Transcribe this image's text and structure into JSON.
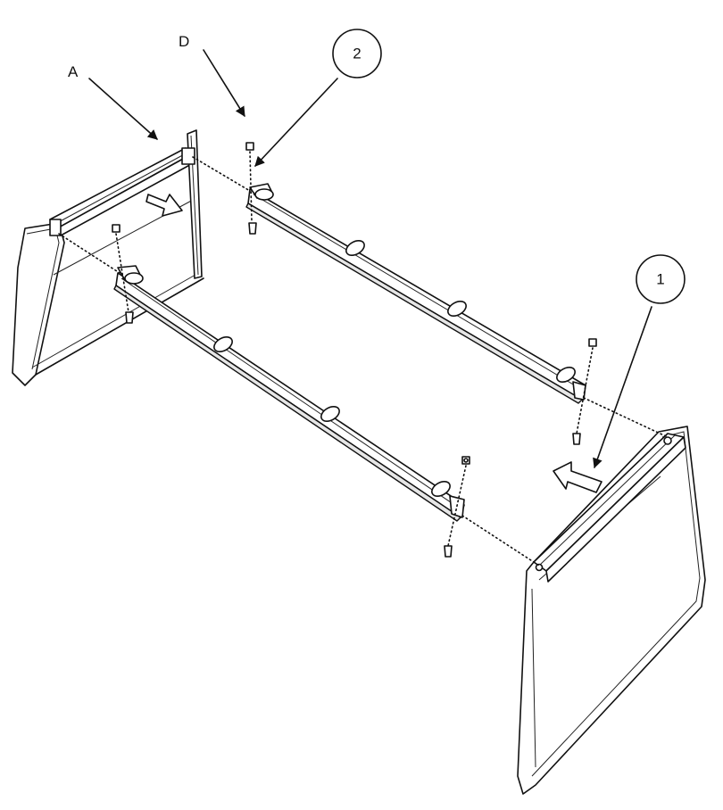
{
  "labels": {
    "part_a": "A",
    "part_d": "D"
  },
  "callouts": {
    "step_1": "1",
    "step_2": "2"
  },
  "colors": {
    "line": "#111111",
    "background": "#ffffff",
    "shade": "#e6e6e6"
  }
}
